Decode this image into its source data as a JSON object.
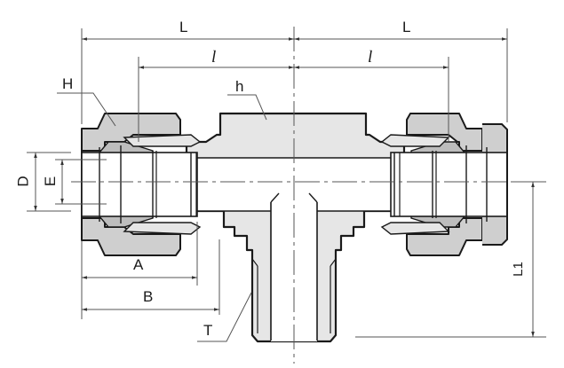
{
  "figure": {
    "subject": "Union tee tube fitting with male pipe thread branch (sectional view)",
    "colors": {
      "line": "#1a1a1a",
      "dim_line": "#555555",
      "body_fill": "#e6e6e6",
      "nut_fill": "#cfcfcf",
      "ferrule_fill": "#bdbdbd",
      "background": "#ffffff"
    }
  },
  "dimensions": {
    "L_left": "L",
    "L_right": "L",
    "l_left": "l",
    "l_right": "l",
    "H": "H",
    "h": "h",
    "D": "D",
    "E": "E",
    "A": "A",
    "B": "B",
    "T": "T",
    "L1": "L1"
  }
}
